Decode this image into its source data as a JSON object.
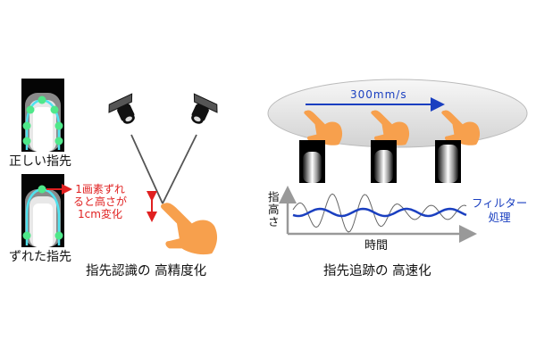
{
  "left_panel": {
    "correct_label": "正しい指先",
    "shifted_label": "ずれた指先",
    "annotation_lines": [
      "1画素ずれ",
      "ると高さが",
      "1cm変化"
    ],
    "caption": "指先認識の 高精度化",
    "colors": {
      "contour": "#4fe3f0",
      "points": "#4fe88a",
      "annotation": "#e02020",
      "hand": "#f7a04d"
    }
  },
  "right_panel": {
    "speed_label": "300mm/s",
    "axis_y_label": [
      "指",
      "高",
      "さ"
    ],
    "axis_x_label": "時間",
    "filter_label": [
      "フィルター",
      "処理"
    ],
    "caption": "指先追跡の 高速化",
    "colors": {
      "filtered": "#1a3fc0",
      "raw": "#666666",
      "ellipse": "#e6e6e6"
    }
  }
}
